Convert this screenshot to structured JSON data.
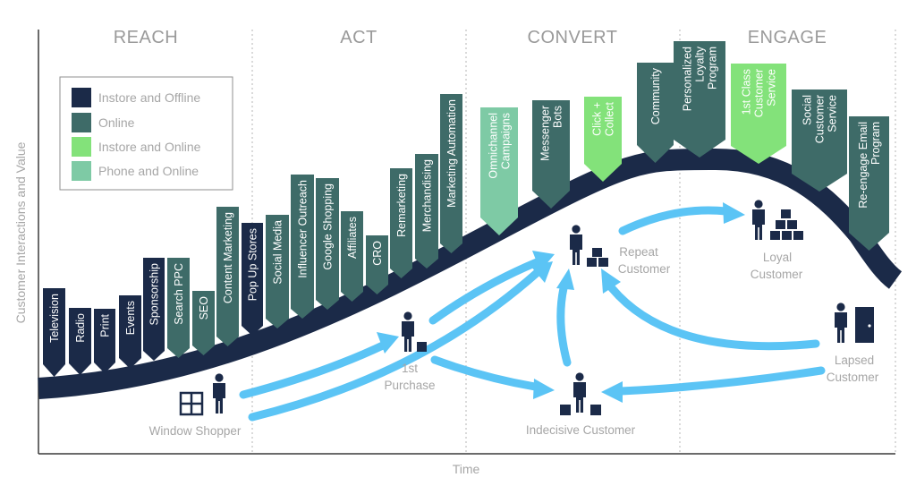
{
  "axes": {
    "y_label": "Customer Interactions and Value",
    "x_label": "Time"
  },
  "phases": [
    "REACH",
    "ACT",
    "CONVERT",
    "ENGAGE"
  ],
  "colors": {
    "instore_offline": "#1b2a48",
    "online": "#3e6b68",
    "instore_online": "#83e27a",
    "phone_online": "#7ecaa5",
    "curve": "#1b2a48",
    "arrow": "#5bc4f5",
    "person": "#1b2a48"
  },
  "legend": [
    {
      "label": "Instore and Offline",
      "color": "#1b2a48"
    },
    {
      "label": "Online",
      "color": "#3e6b68"
    },
    {
      "label": "Instore and Online",
      "color": "#83e27a"
    },
    {
      "label": "Phone and Online",
      "color": "#7ecaa5"
    }
  ],
  "touchpoints": [
    {
      "lines": [
        "Television"
      ],
      "channel": "Instore and Offline"
    },
    {
      "lines": [
        "Radio"
      ],
      "channel": "Instore and Offline"
    },
    {
      "lines": [
        "Print"
      ],
      "channel": "Instore and Offline"
    },
    {
      "lines": [
        "Events"
      ],
      "channel": "Instore and Offline"
    },
    {
      "lines": [
        "Sponsorship"
      ],
      "channel": "Instore and Offline"
    },
    {
      "lines": [
        "Search PPC"
      ],
      "channel": "Online"
    },
    {
      "lines": [
        "SEO"
      ],
      "channel": "Online"
    },
    {
      "lines": [
        "Content Marketing"
      ],
      "channel": "Online"
    },
    {
      "lines": [
        "Pop Up Stores"
      ],
      "channel": "Instore and Offline"
    },
    {
      "lines": [
        "Social Media"
      ],
      "channel": "Online"
    },
    {
      "lines": [
        "Influencer Outreach"
      ],
      "channel": "Online"
    },
    {
      "lines": [
        "Google Shopping"
      ],
      "channel": "Online"
    },
    {
      "lines": [
        "Affiliates"
      ],
      "channel": "Online"
    },
    {
      "lines": [
        "CRO"
      ],
      "channel": "Online"
    },
    {
      "lines": [
        "Remarketing"
      ],
      "channel": "Online"
    },
    {
      "lines": [
        "Merchandising"
      ],
      "channel": "Online"
    },
    {
      "lines": [
        "Marketing Automation"
      ],
      "channel": "Online"
    },
    {
      "lines": [
        "Omnichannel",
        "Campaigns"
      ],
      "channel": "Phone and Online"
    },
    {
      "lines": [
        "Messenger",
        "Bots"
      ],
      "channel": "Online"
    },
    {
      "lines": [
        "Click +",
        "Collect"
      ],
      "channel": "Instore and Online"
    },
    {
      "lines": [
        "Community"
      ],
      "channel": "Online"
    },
    {
      "lines": [
        "Personalized",
        "Loyalty",
        "Program"
      ],
      "channel": "Online"
    },
    {
      "lines": [
        "1st Class",
        "Customer",
        "Service"
      ],
      "channel": "Instore and Online"
    },
    {
      "lines": [
        "Social",
        "Customer",
        "Service"
      ],
      "channel": "Online"
    },
    {
      "lines": [
        "Re-engage Email",
        "Program"
      ],
      "channel": "Online"
    }
  ],
  "stages": [
    {
      "id": "window",
      "lines": [
        "Window Shopper"
      ],
      "icon": "window-icon"
    },
    {
      "id": "first",
      "lines": [
        "1st",
        "Purchase"
      ],
      "icon": "box-icon"
    },
    {
      "id": "indecisive",
      "lines": [
        "Indecisive Customer"
      ],
      "icon": "boxes-icon"
    },
    {
      "id": "repeat",
      "lines": [
        "Repeat",
        "Customer"
      ],
      "icon": "boxes-icon"
    },
    {
      "id": "loyal",
      "lines": [
        "Loyal",
        "Customer"
      ],
      "icon": "box-pyramid-icon"
    },
    {
      "id": "lapsed",
      "lines": [
        "Lapsed",
        "Customer"
      ],
      "icon": "door-icon"
    }
  ]
}
